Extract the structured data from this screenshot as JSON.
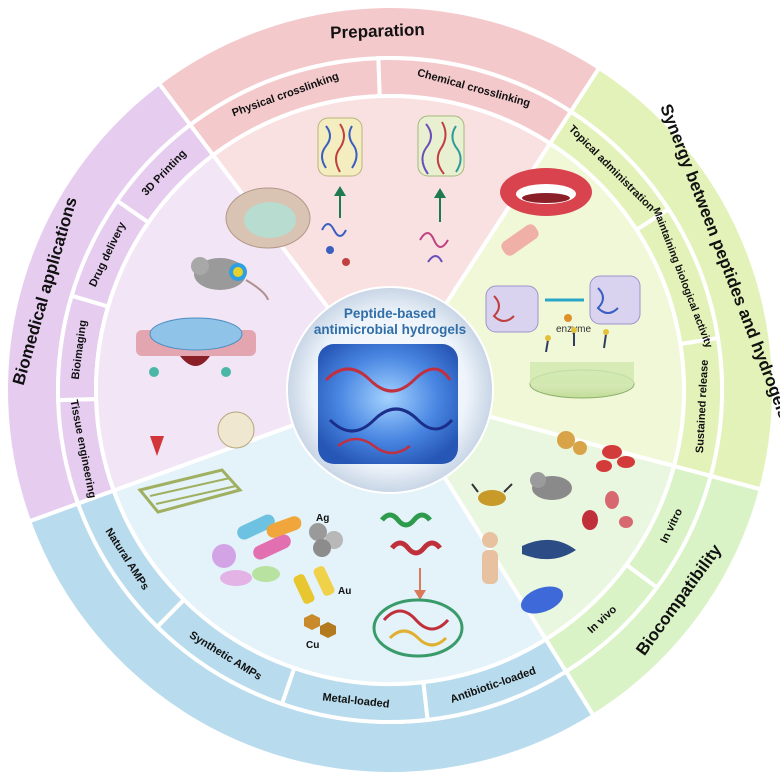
{
  "center": {
    "title_line1": "Peptide-based",
    "title_line2": "antimicrobial hydrogels"
  },
  "sections": {
    "preparation": {
      "label": "Preparation",
      "color": "#f4c9cc",
      "items": [
        "Physical crosslinking",
        "Chemical crosslinking"
      ]
    },
    "synergy": {
      "label": "Synergy between peptides and hydrogels",
      "color": "#e3f2b8",
      "items": [
        "Topical administration",
        "Maintaining biological activity",
        "Sustained release"
      ]
    },
    "biocompatibility": {
      "label": "Biocompatibility",
      "color": "#d9f2c6",
      "items": [
        "In vitro",
        "In vivo"
      ]
    },
    "sources": {
      "color": "#b8dced",
      "items": [
        "Antibiotic-loaded",
        "Metal-loaded",
        "Synthetic AMPs",
        "Natural AMPs"
      ]
    },
    "applications": {
      "label": "Biomedical applications",
      "color": "#e6cdf0",
      "items": [
        "Tissue engineering",
        "Bioimaging",
        "Drug delivery",
        "3D Printing"
      ]
    }
  },
  "inner_labels": {
    "enzyme": "enzyme",
    "ag": "Ag",
    "au": "Au",
    "cu": "Cu"
  }
}
